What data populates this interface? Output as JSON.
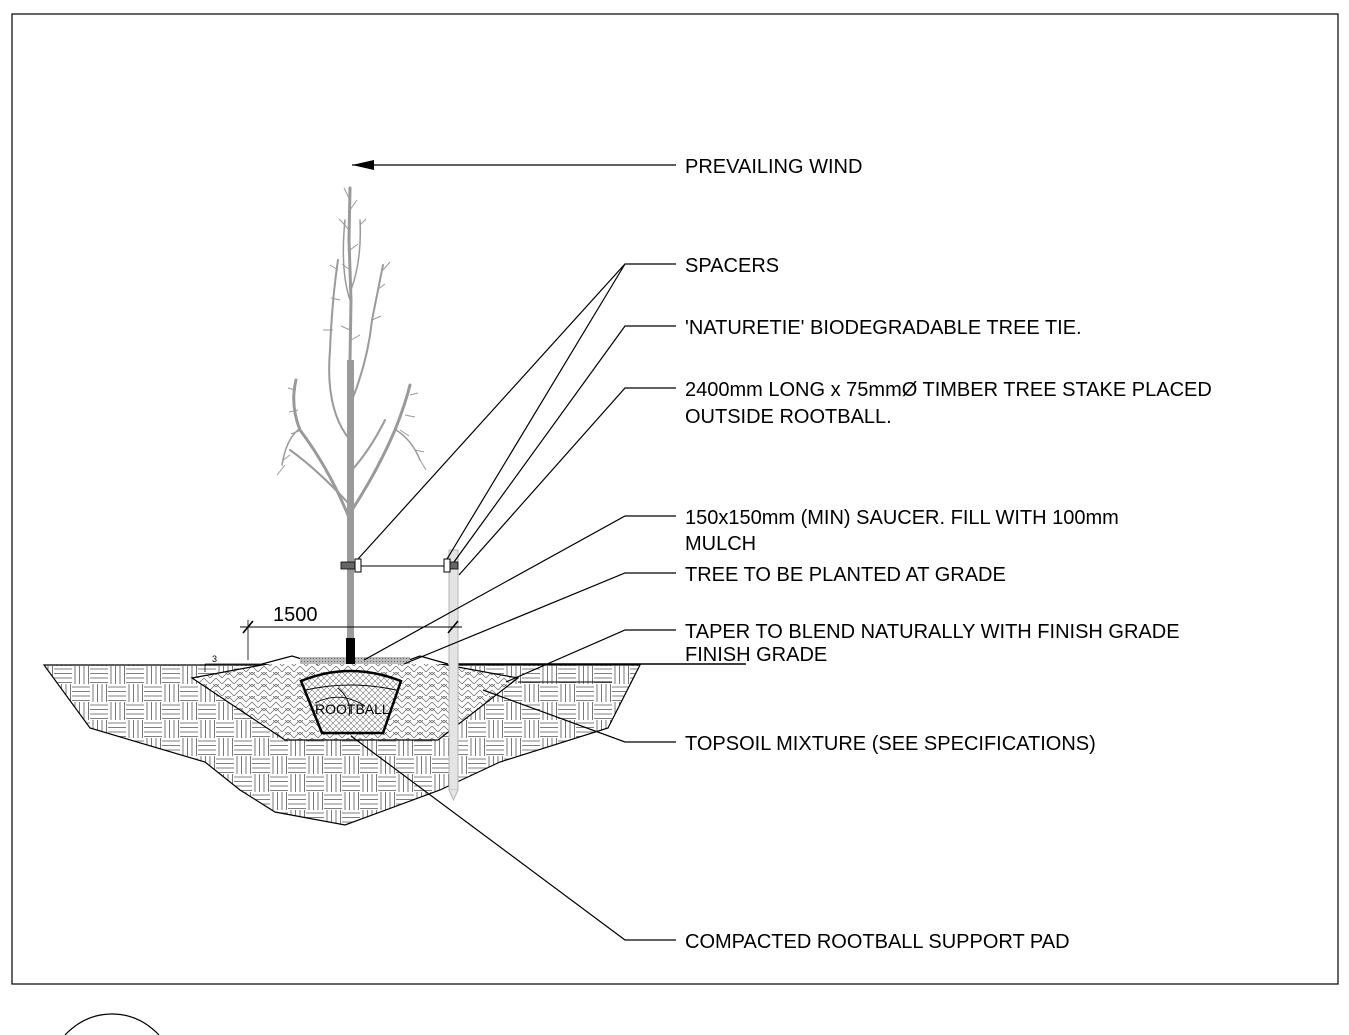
{
  "drawing": {
    "title": "",
    "colors": {
      "line": "#000000",
      "tree": "#9a9a9a",
      "stake": "#d9d9d9",
      "background": "#ffffff"
    }
  },
  "labels": {
    "prevailing_wind": "PREVAILING WIND",
    "spacers": "SPACERS",
    "naturetie": "'NATURETIE' BIODEGRADABLE TREE TIE.",
    "stake_line1": "2400mm LONG x 75mmØ TIMBER TREE STAKE PLACED",
    "stake_line2": "OUTSIDE ROOTBALL.",
    "saucer_line1": "150x150mm (MIN) SAUCER. FILL WITH 100mm",
    "saucer_line2": "MULCH",
    "tree_at_grade": "TREE TO BE PLANTED AT GRADE",
    "taper": "TAPER TO BLEND NATURALLY WITH FINISH GRADE",
    "finish_grade": "FINISH GRADE",
    "topsoil": "TOPSOIL MIXTURE (SEE SPECIFICATIONS)",
    "support_pad": "COMPACTED ROOTBALL SUPPORT PAD",
    "rootball": "ROOTBALL"
  },
  "dimensions": {
    "stake_offset": "1500",
    "slope_ratio": "3"
  },
  "icons": {
    "wind_arrow": "left-arrow-icon"
  }
}
